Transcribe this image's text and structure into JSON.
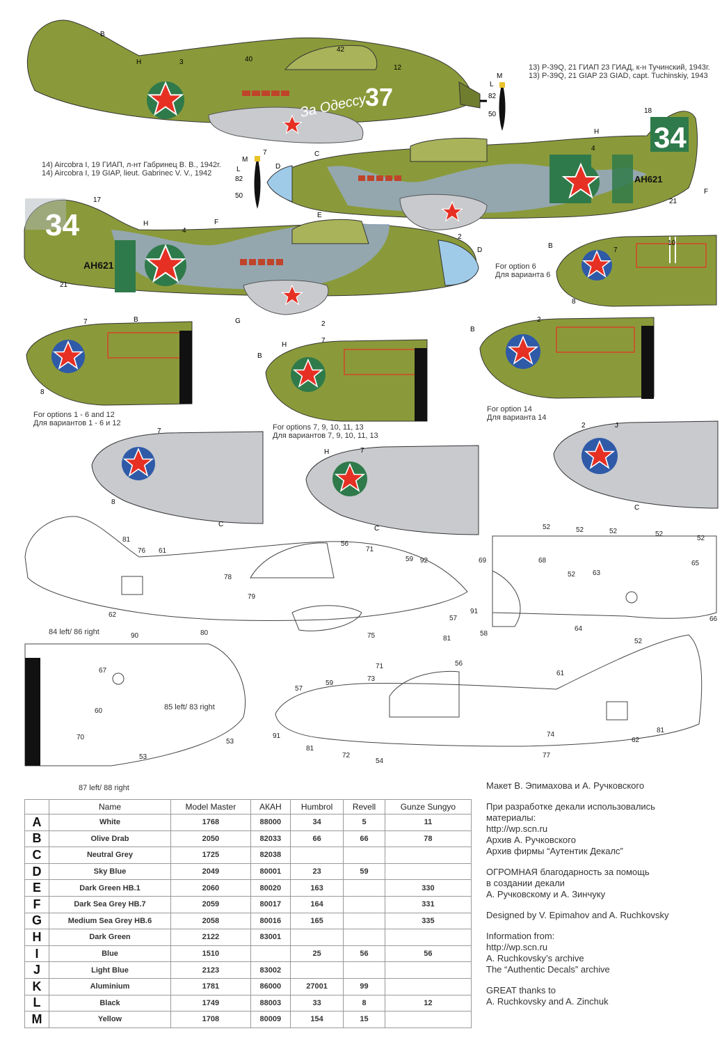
{
  "captions": {
    "p39_ru": "13) P-39Q, 21 ГИАП 23 ГИАД, к-н Тучинский, 1943г.",
    "p39_en": "13) P-39Q, 21 GIAP 23 GIAD, capt. Tuchinskiy, 1943",
    "aircobra_ru": "14) Aircobra I, 19 ГИАП, л-нт Габринец В. В., 1942г.",
    "aircobra_en": "14) Aircobra I, 19 GIAP, lieut. Gabrinec V. V., 1942",
    "opt6_en": "For option 6",
    "opt6_ru": "Для варианта 6",
    "opt1_6_en": "For options 1 - 6 and 12",
    "opt1_6_ru": "Для вариантов 1 - 6 и 12",
    "opt7_en": "For options 7, 9, 10, 11, 13",
    "opt7_ru": "Для вариантов 7, 9, 10, 11, 13",
    "opt14_en": "For option 14",
    "opt14_ru": "Для варианта 14"
  },
  "markings": {
    "p39_number": "37",
    "p39_slogan": "За Одессу",
    "aircobra_number": "34",
    "aircobra_serial": "AH621"
  },
  "callouts": {
    "c84_86": "84 left/ 86 right",
    "c85_83": "85 left/ 83 right",
    "c87_88": "87 left/ 88 right"
  },
  "colors": {
    "olive_drab": "#8a9a3a",
    "neutral_grey": "#c8cace",
    "sky_blue": "#9fcbe8",
    "dark_green": "#2f7a4a",
    "sea_grey": "#95a8bd",
    "roundel_blue": "#2f5aa8",
    "star_red": "#e63024"
  },
  "table": {
    "headers": [
      "Name",
      "Model Master",
      "АКАН",
      "Humbrol",
      "Revell",
      "Gunze Sungyo"
    ],
    "rows": [
      {
        "letter": "A",
        "name": "White",
        "mm": "1768",
        "akan": "88000",
        "humbrol": "34",
        "revell": "5",
        "gunze": "11"
      },
      {
        "letter": "B",
        "name": "Olive Drab",
        "mm": "2050",
        "akan": "82033",
        "humbrol": "66",
        "revell": "66",
        "gunze": "78"
      },
      {
        "letter": "C",
        "name": "Neutral Grey",
        "mm": "1725",
        "akan": "82038",
        "humbrol": "",
        "revell": "",
        "gunze": ""
      },
      {
        "letter": "D",
        "name": "Sky Blue",
        "mm": "2049",
        "akan": "80001",
        "humbrol": "23",
        "revell": "59",
        "gunze": ""
      },
      {
        "letter": "E",
        "name": "Dark Green HB.1",
        "mm": "2060",
        "akan": "80020",
        "humbrol": "163",
        "revell": "",
        "gunze": "330"
      },
      {
        "letter": "F",
        "name": "Dark Sea Grey HB.7",
        "mm": "2059",
        "akan": "80017",
        "humbrol": "164",
        "revell": "",
        "gunze": "331"
      },
      {
        "letter": "G",
        "name": "Medium Sea Grey HB.6",
        "mm": "2058",
        "akan": "80016",
        "humbrol": "165",
        "revell": "",
        "gunze": "335"
      },
      {
        "letter": "H",
        "name": "Dark Green",
        "mm": "2122",
        "akan": "83001",
        "humbrol": "",
        "revell": "",
        "gunze": ""
      },
      {
        "letter": "I",
        "name": "Blue",
        "mm": "1510",
        "akan": "",
        "humbrol": "25",
        "revell": "56",
        "gunze": "56"
      },
      {
        "letter": "J",
        "name": "Light Blue",
        "mm": "2123",
        "akan": "83002",
        "humbrol": "",
        "revell": "",
        "gunze": ""
      },
      {
        "letter": "K",
        "name": "Aluminium",
        "mm": "1781",
        "akan": "86000",
        "humbrol": "27001",
        "revell": "99",
        "gunze": ""
      },
      {
        "letter": "L",
        "name": "Black",
        "mm": "1749",
        "akan": "88003",
        "humbrol": "33",
        "revell": "8",
        "gunze": "12"
      },
      {
        "letter": "M",
        "name": "Yellow",
        "mm": "1708",
        "akan": "80009",
        "humbrol": "154",
        "revell": "15",
        "gunze": ""
      }
    ]
  },
  "credits": {
    "ru_design": "Макет В. Эпимахова и А. Ручковского",
    "ru_info_1": "При разработке декали использовались",
    "ru_info_2": "материалы:",
    "ru_info_3": "http://wp.scn.ru",
    "ru_info_4": "Архив А. Ручковского",
    "ru_info_5": "Архив фирмы “Аутентик Декалс”",
    "ru_thanks_1": "ОГРОМНАЯ благодарность за помощь",
    "ru_thanks_2": "в создании декали",
    "ru_thanks_3": "А. Ручковскому и А. Зинчуку",
    "en_design": "Designed by V. Epimahov and A. Ruchkovsky",
    "en_info_1": "Information from:",
    "en_info_2": "http://wp.scn.ru",
    "en_info_3": "A. Ruchkovsky’s archive",
    "en_info_4": "The “Authentic Decals” archive",
    "en_thanks_1": "GREAT thanks to",
    "en_thanks_2": "A. Ruchkovsky and A. Zinchuk"
  }
}
